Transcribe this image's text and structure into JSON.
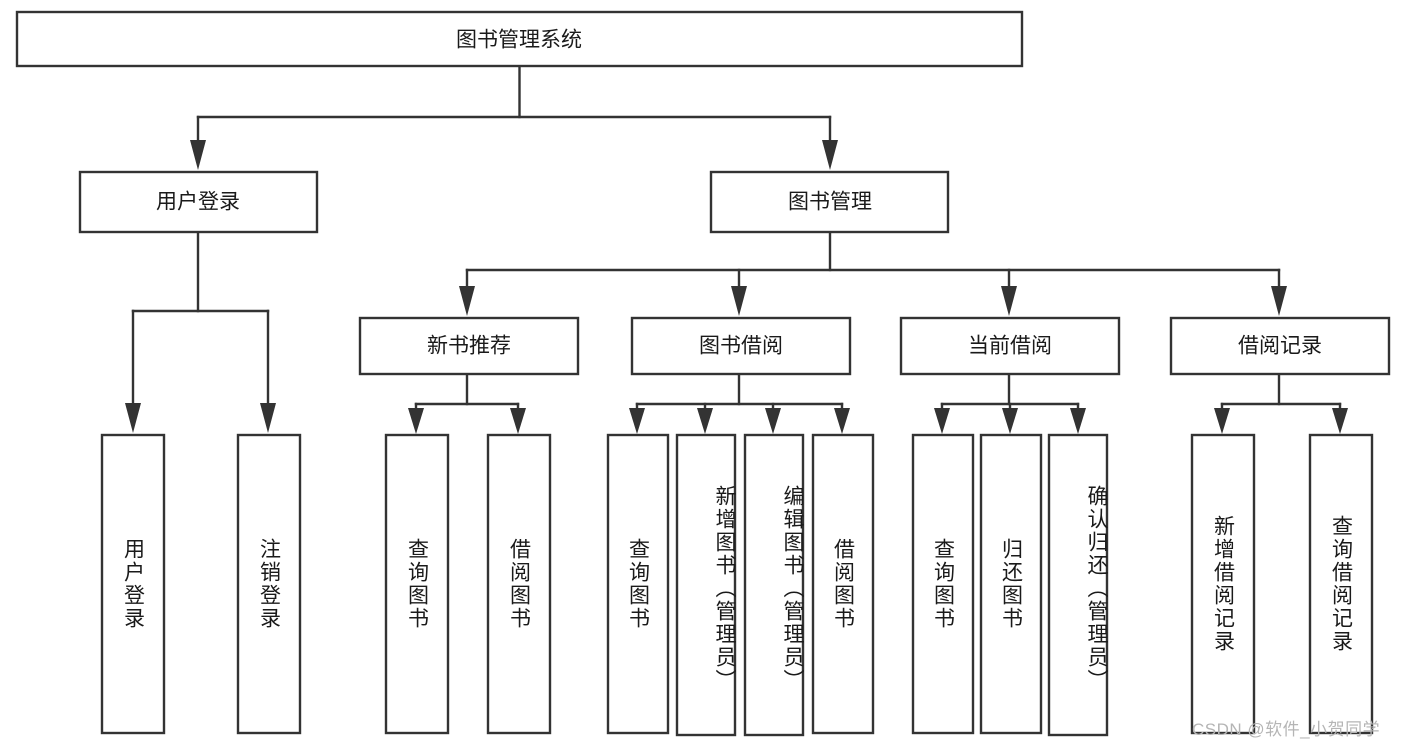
{
  "diagram": {
    "title": "图书管理系统",
    "type": "hierarchy-tree",
    "root": {
      "id": "root",
      "label": "图书管理系统",
      "orientation": "horizontal"
    },
    "level2": [
      {
        "id": "user-login",
        "label": "用户登录",
        "orientation": "horizontal"
      },
      {
        "id": "book-manage",
        "label": "图书管理",
        "orientation": "horizontal"
      }
    ],
    "level3": [
      {
        "id": "new-book-recommend",
        "label": "新书推荐",
        "parent": "book-manage",
        "orientation": "horizontal"
      },
      {
        "id": "book-borrow",
        "label": "图书借阅",
        "parent": "book-manage",
        "orientation": "horizontal"
      },
      {
        "id": "current-borrow",
        "label": "当前借阅",
        "parent": "book-manage",
        "orientation": "horizontal"
      },
      {
        "id": "borrow-record",
        "label": "借阅记录",
        "parent": "book-manage",
        "orientation": "horizontal"
      }
    ],
    "leaves": [
      {
        "id": "leaf-user-login",
        "label": "用户登录",
        "parent": "user-login",
        "orientation": "vertical"
      },
      {
        "id": "leaf-user-logout",
        "label": "注销登录",
        "parent": "user-login",
        "orientation": "vertical"
      },
      {
        "id": "leaf-query-book-1",
        "label": "查询图书",
        "parent": "new-book-recommend",
        "orientation": "vertical"
      },
      {
        "id": "leaf-borrow-book-1",
        "label": "借阅图书",
        "parent": "new-book-recommend",
        "orientation": "vertical"
      },
      {
        "id": "leaf-query-book-2",
        "label": "查询图书",
        "parent": "book-borrow",
        "orientation": "vertical"
      },
      {
        "id": "leaf-add-book",
        "label": "新增图书（管理员）",
        "parent": "book-borrow",
        "orientation": "vertical"
      },
      {
        "id": "leaf-edit-book",
        "label": "编辑图书（管理员）",
        "parent": "book-borrow",
        "orientation": "vertical"
      },
      {
        "id": "leaf-borrow-book-2",
        "label": "借阅图书",
        "parent": "book-borrow",
        "orientation": "vertical"
      },
      {
        "id": "leaf-query-book-3",
        "label": "查询图书",
        "parent": "current-borrow",
        "orientation": "vertical"
      },
      {
        "id": "leaf-return-book",
        "label": "归还图书",
        "parent": "current-borrow",
        "orientation": "vertical"
      },
      {
        "id": "leaf-confirm-return",
        "label": "确认归还（管理员）",
        "parent": "current-borrow",
        "orientation": "vertical"
      },
      {
        "id": "leaf-add-record",
        "label": "新增借阅记录",
        "parent": "borrow-record",
        "orientation": "vertical"
      },
      {
        "id": "leaf-query-record",
        "label": "查询借阅记录",
        "parent": "borrow-record",
        "orientation": "vertical"
      }
    ],
    "colors": {
      "stroke": "#333333",
      "fill": "#ffffff",
      "text": "#1a1a1a",
      "watermark": "#b5b5b5",
      "background": "#ffffff"
    }
  },
  "watermark": {
    "text": "CSDN @软件_小贺同学"
  }
}
